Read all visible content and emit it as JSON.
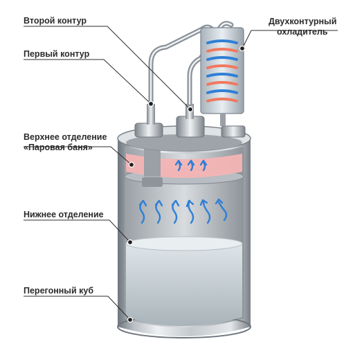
{
  "labels": {
    "second_contour": "Второй контур",
    "first_contour": "Первый контур",
    "cooler_line1": "Двухконтурный",
    "cooler_line2": "охладитель",
    "upper_line1": "Верхнее отделение",
    "upper_line2": "«Паровая баня»",
    "lower_section": "Нижнее отделение",
    "still_pot": "Перегонный куб"
  },
  "colors": {
    "steel_dark": "#8a8f96",
    "steel_light": "#e9ecef",
    "steam_zone": "#f4b4b4",
    "arrow_blue": "#2f7fd6",
    "liquid": "#c9d3d8",
    "leader_line": "#2b2b2b"
  }
}
